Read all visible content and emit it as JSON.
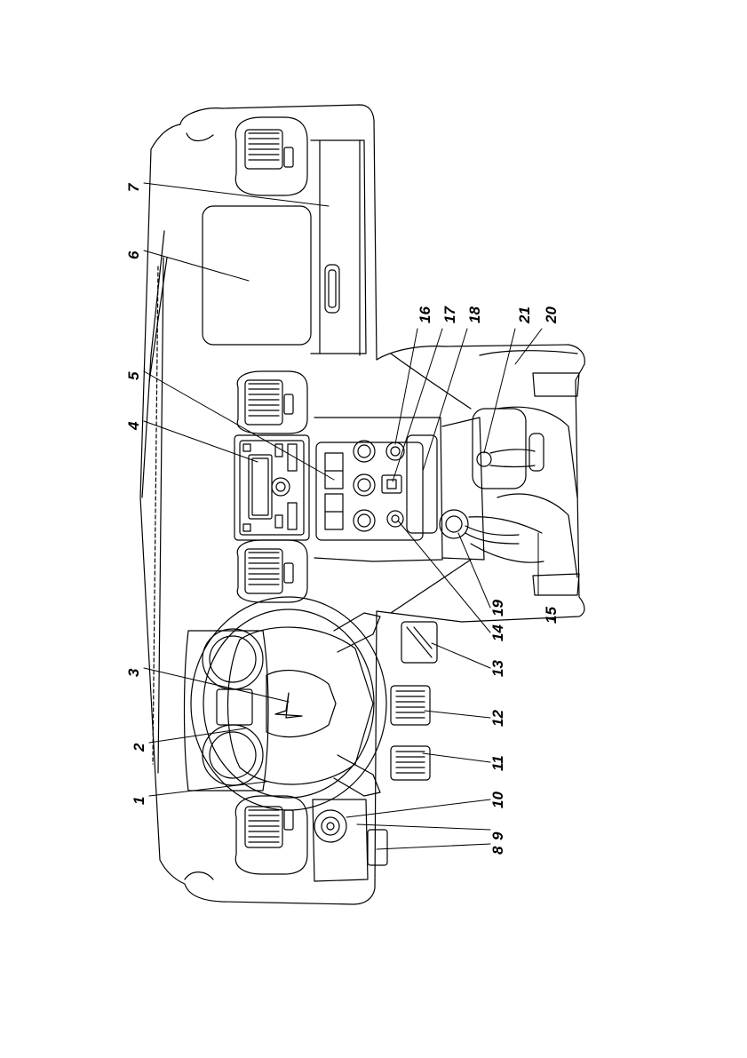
{
  "diagram": {
    "ink_color": "#000000",
    "background_color": "#ffffff",
    "orientation": "rotated-90-clockwise",
    "callouts": [
      {
        "number": "1"
      },
      {
        "number": "2"
      },
      {
        "number": "3"
      },
      {
        "number": "4"
      },
      {
        "number": "5"
      },
      {
        "number": "6"
      },
      {
        "number": "7"
      },
      {
        "number": "8"
      },
      {
        "number": "9"
      },
      {
        "number": "10"
      },
      {
        "number": "11"
      },
      {
        "number": "12"
      },
      {
        "number": "13"
      },
      {
        "number": "14"
      },
      {
        "number": "15"
      },
      {
        "number": "16"
      },
      {
        "number": "17"
      },
      {
        "number": "18"
      },
      {
        "number": "19"
      },
      {
        "number": "20"
      },
      {
        "number": "21"
      }
    ]
  }
}
